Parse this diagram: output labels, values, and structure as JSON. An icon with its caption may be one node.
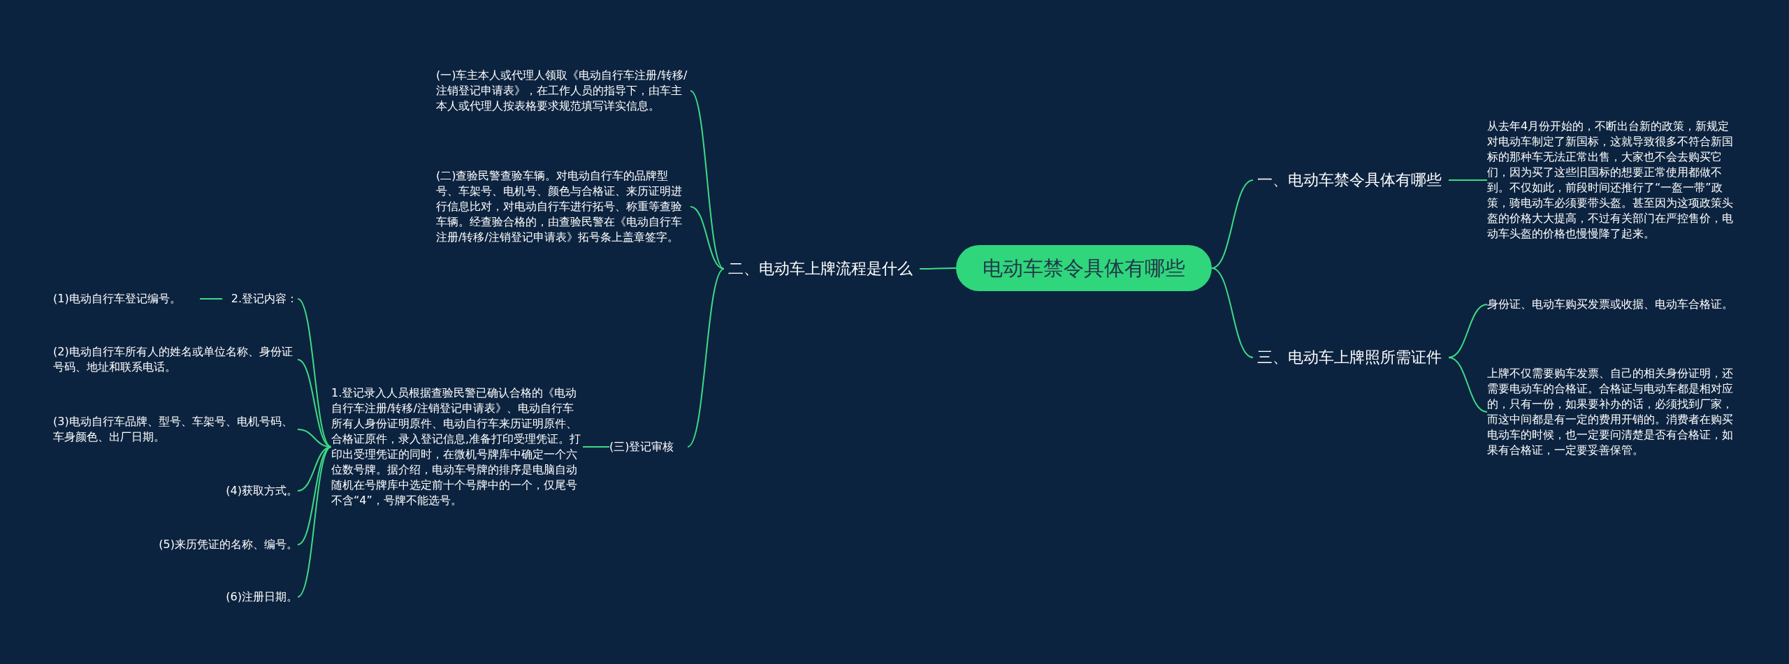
{
  "diagram": {
    "nodes": [
      {
        "text": [
          "电动车禁令具体有哪些"
        ]
      },
      {
        "text": [
          "一、电动车禁令具体有哪些"
        ]
      },
      {
        "text": [
          "从去年4月份开始的，不断出台新的政策，新规定对电动车制定了新国标，这就导致很多不符合新国标的那种车无法正常出售，大家也不会去购买它们，因为买了这些旧国标的想要正常使用都做不到。不仅如此，前段时间还推行了“一盔一带”政策，骑电动车必须要带头盔。甚至因为这项政策头盔的价格大大提高，不过有关部门在严控售价，电动车头盔的价格也慢慢降了起来。"
        ]
      },
      {
        "text": [
          "二、电动车上牌流程是什么"
        ]
      },
      {
        "text": [
          "(一)车主本人或代理人领取《电动自行车注册/转移/注销登记申请表》，在工作人员的指导下，由车主本人或代理人按表格要求规范填写详实信息。"
        ]
      },
      {
        "text": [
          "(二)查验民警查验车辆。对电动自行车的品牌型号、车架号、电机号、颜色与合格证、来历证明进行信息比对，对电动自行车进行拓号、称重等查验车辆。经查验合格的，由查验民警在《电动自行车注册/转移/注销登记申请表》拓号条上盖章签字。"
        ]
      },
      {
        "text": [
          "(三)登记审核"
        ]
      },
      {
        "text": [
          "1.登记录入人员根据查验民警已确认合格的《电动自行车注册/转移/注销登记申请表》、电动自行车所有人身份证明原件、电动自行车来历证明原件、合格证原件，录入登记信息,准备打印受理凭证。打印出受理凭证的同时，在微机号牌库中确定一个六位数号牌。据介绍，电动车号牌的排序是电脑自动随机在号牌库中选定前十个号牌中的一个，仅尾号不含“4”，号牌不能选号。"
        ]
      },
      {
        "text": [
          "2.登记内容："
        ]
      },
      {
        "text": [
          "(1)电动自行车登记编号。"
        ]
      },
      {
        "text": [
          "(2)电动自行车所有人的姓名或单位名称、身份证号码、地址和联系电话。"
        ]
      },
      {
        "text": [
          "(3)电动自行车品牌、型号、车架号、电机号码、车身颜色、出厂日期。"
        ]
      },
      {
        "text": [
          "(4)获取方式。"
        ]
      },
      {
        "text": [
          "(5)来历凭证的名称、编号。"
        ]
      },
      {
        "text": [
          "(6)注册日期。"
        ]
      },
      {
        "text": [
          "三、电动车上牌照所需证件"
        ]
      },
      {
        "text": [
          "身份证、电动车购买发票或收据、电动车合格证。"
        ]
      },
      {
        "text": [
          "上牌不仅需要购车发票、自己的相关身份证明，还需要电动车的合格证。合格证与电动车都是相对应的，只有一份，如果要补办的话，必须找到厂家，而这中间都是有一定的费用开销的。消费者在购买电动车的时候，也一定要问清楚是否有合格证，如果有合格证，一定要妥善保管。"
        ]
      }
    ],
    "edges": [
      {
        "from": 0,
        "to": 1,
        "arrow": "none"
      },
      {
        "from": 1,
        "to": 2,
        "arrow": "none"
      },
      {
        "from": 0,
        "to": 3,
        "arrow": "none"
      },
      {
        "from": 3,
        "to": 4,
        "arrow": "none"
      },
      {
        "from": 3,
        "to": 5,
        "arrow": "none"
      },
      {
        "from": 3,
        "to": 6,
        "arrow": "none"
      },
      {
        "from": 6,
        "to": 7,
        "arrow": "none"
      },
      {
        "from": 7,
        "to": 8,
        "arrow": "none"
      },
      {
        "from": 8,
        "to": 9,
        "arrow": "none"
      },
      {
        "from": 7,
        "to": 10,
        "arrow": "none"
      },
      {
        "from": 7,
        "to": 11,
        "arrow": "none"
      },
      {
        "from": 7,
        "to": 12,
        "arrow": "none"
      },
      {
        "from": 7,
        "to": 13,
        "arrow": "none"
      },
      {
        "from": 7,
        "to": 14,
        "arrow": "none"
      },
      {
        "from": 0,
        "to": 15,
        "arrow": "none"
      },
      {
        "from": 15,
        "to": 16,
        "arrow": "none"
      },
      {
        "from": 15,
        "to": 17,
        "arrow": "none"
      }
    ]
  }
}
